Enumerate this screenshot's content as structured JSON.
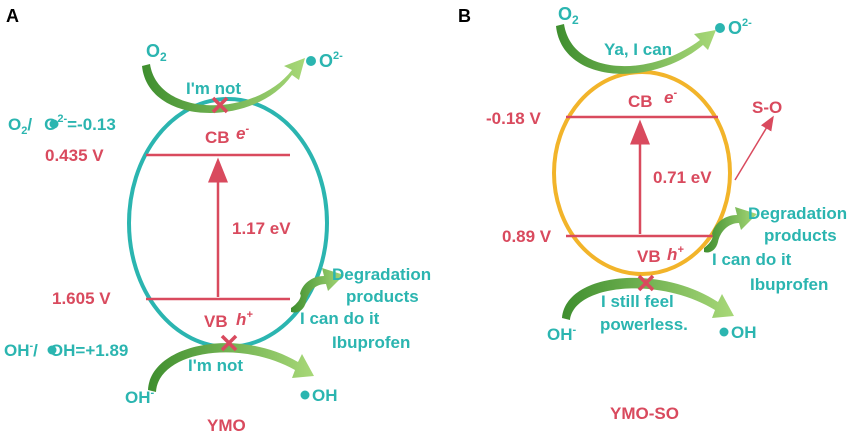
{
  "colors": {
    "teal": "#2BB5B0",
    "red": "#D94A5E",
    "orange": "#F2B42A",
    "arrow_green_dark": "#3E8E2E",
    "arrow_green_light": "#A8D878"
  },
  "panel_a": {
    "letter": "A",
    "o2": "O",
    "o2_sub": "2",
    "o2_radical_product": "O",
    "o2_radical_charge": "2-",
    "top_text": "I'm not",
    "redox_o2_a": "O",
    "redox_o2_b": "2",
    "redox_o2_c": "/",
    "redox_o2_d": "O",
    "redox_o2_e": "2-",
    "redox_o2_f": "=-0.13",
    "cb_potential": "0.435 V",
    "cb": "CB",
    "electron": "e",
    "electron_charge": "-",
    "gap": "1.17 eV",
    "vb_potential": "1.605 V",
    "vb": "VB",
    "hole": "h",
    "hole_charge": "+",
    "redox_oh_a": "OH",
    "redox_oh_b": "-",
    "redox_oh_c": "/",
    "redox_oh_d": "OH=+1.89",
    "bottom_text": "I'm not",
    "oh": "OH",
    "oh_charge": "-",
    "oh_radical_product": "OH",
    "degradation_1": "Degradation",
    "degradation_2": "products",
    "can_do": "I can do it",
    "ibuprofen": "Ibuprofen",
    "label": "YMO"
  },
  "panel_b": {
    "letter": "B",
    "o2": "O",
    "o2_sub": "2",
    "o2_radical_product": "O",
    "o2_radical_charge": "2-",
    "top_text": "Ya, I can",
    "cb_potential": "-0.18 V",
    "cb": "CB",
    "electron": "e",
    "electron_charge": "-",
    "so_label": "S-O",
    "gap": "0.71 eV",
    "vb_potential": "0.89 V",
    "vb": "VB",
    "hole": "h",
    "hole_charge": "+",
    "degradation_1": "Degradation",
    "degradation_2": "products",
    "can_do": "I can do it",
    "ibuprofen": "Ibuprofen",
    "bottom_text_1": "I still feel",
    "bottom_text_2": "powerless.",
    "oh": "OH",
    "oh_charge": "-",
    "oh_radical_product": "OH",
    "label": "YMO-SO"
  }
}
